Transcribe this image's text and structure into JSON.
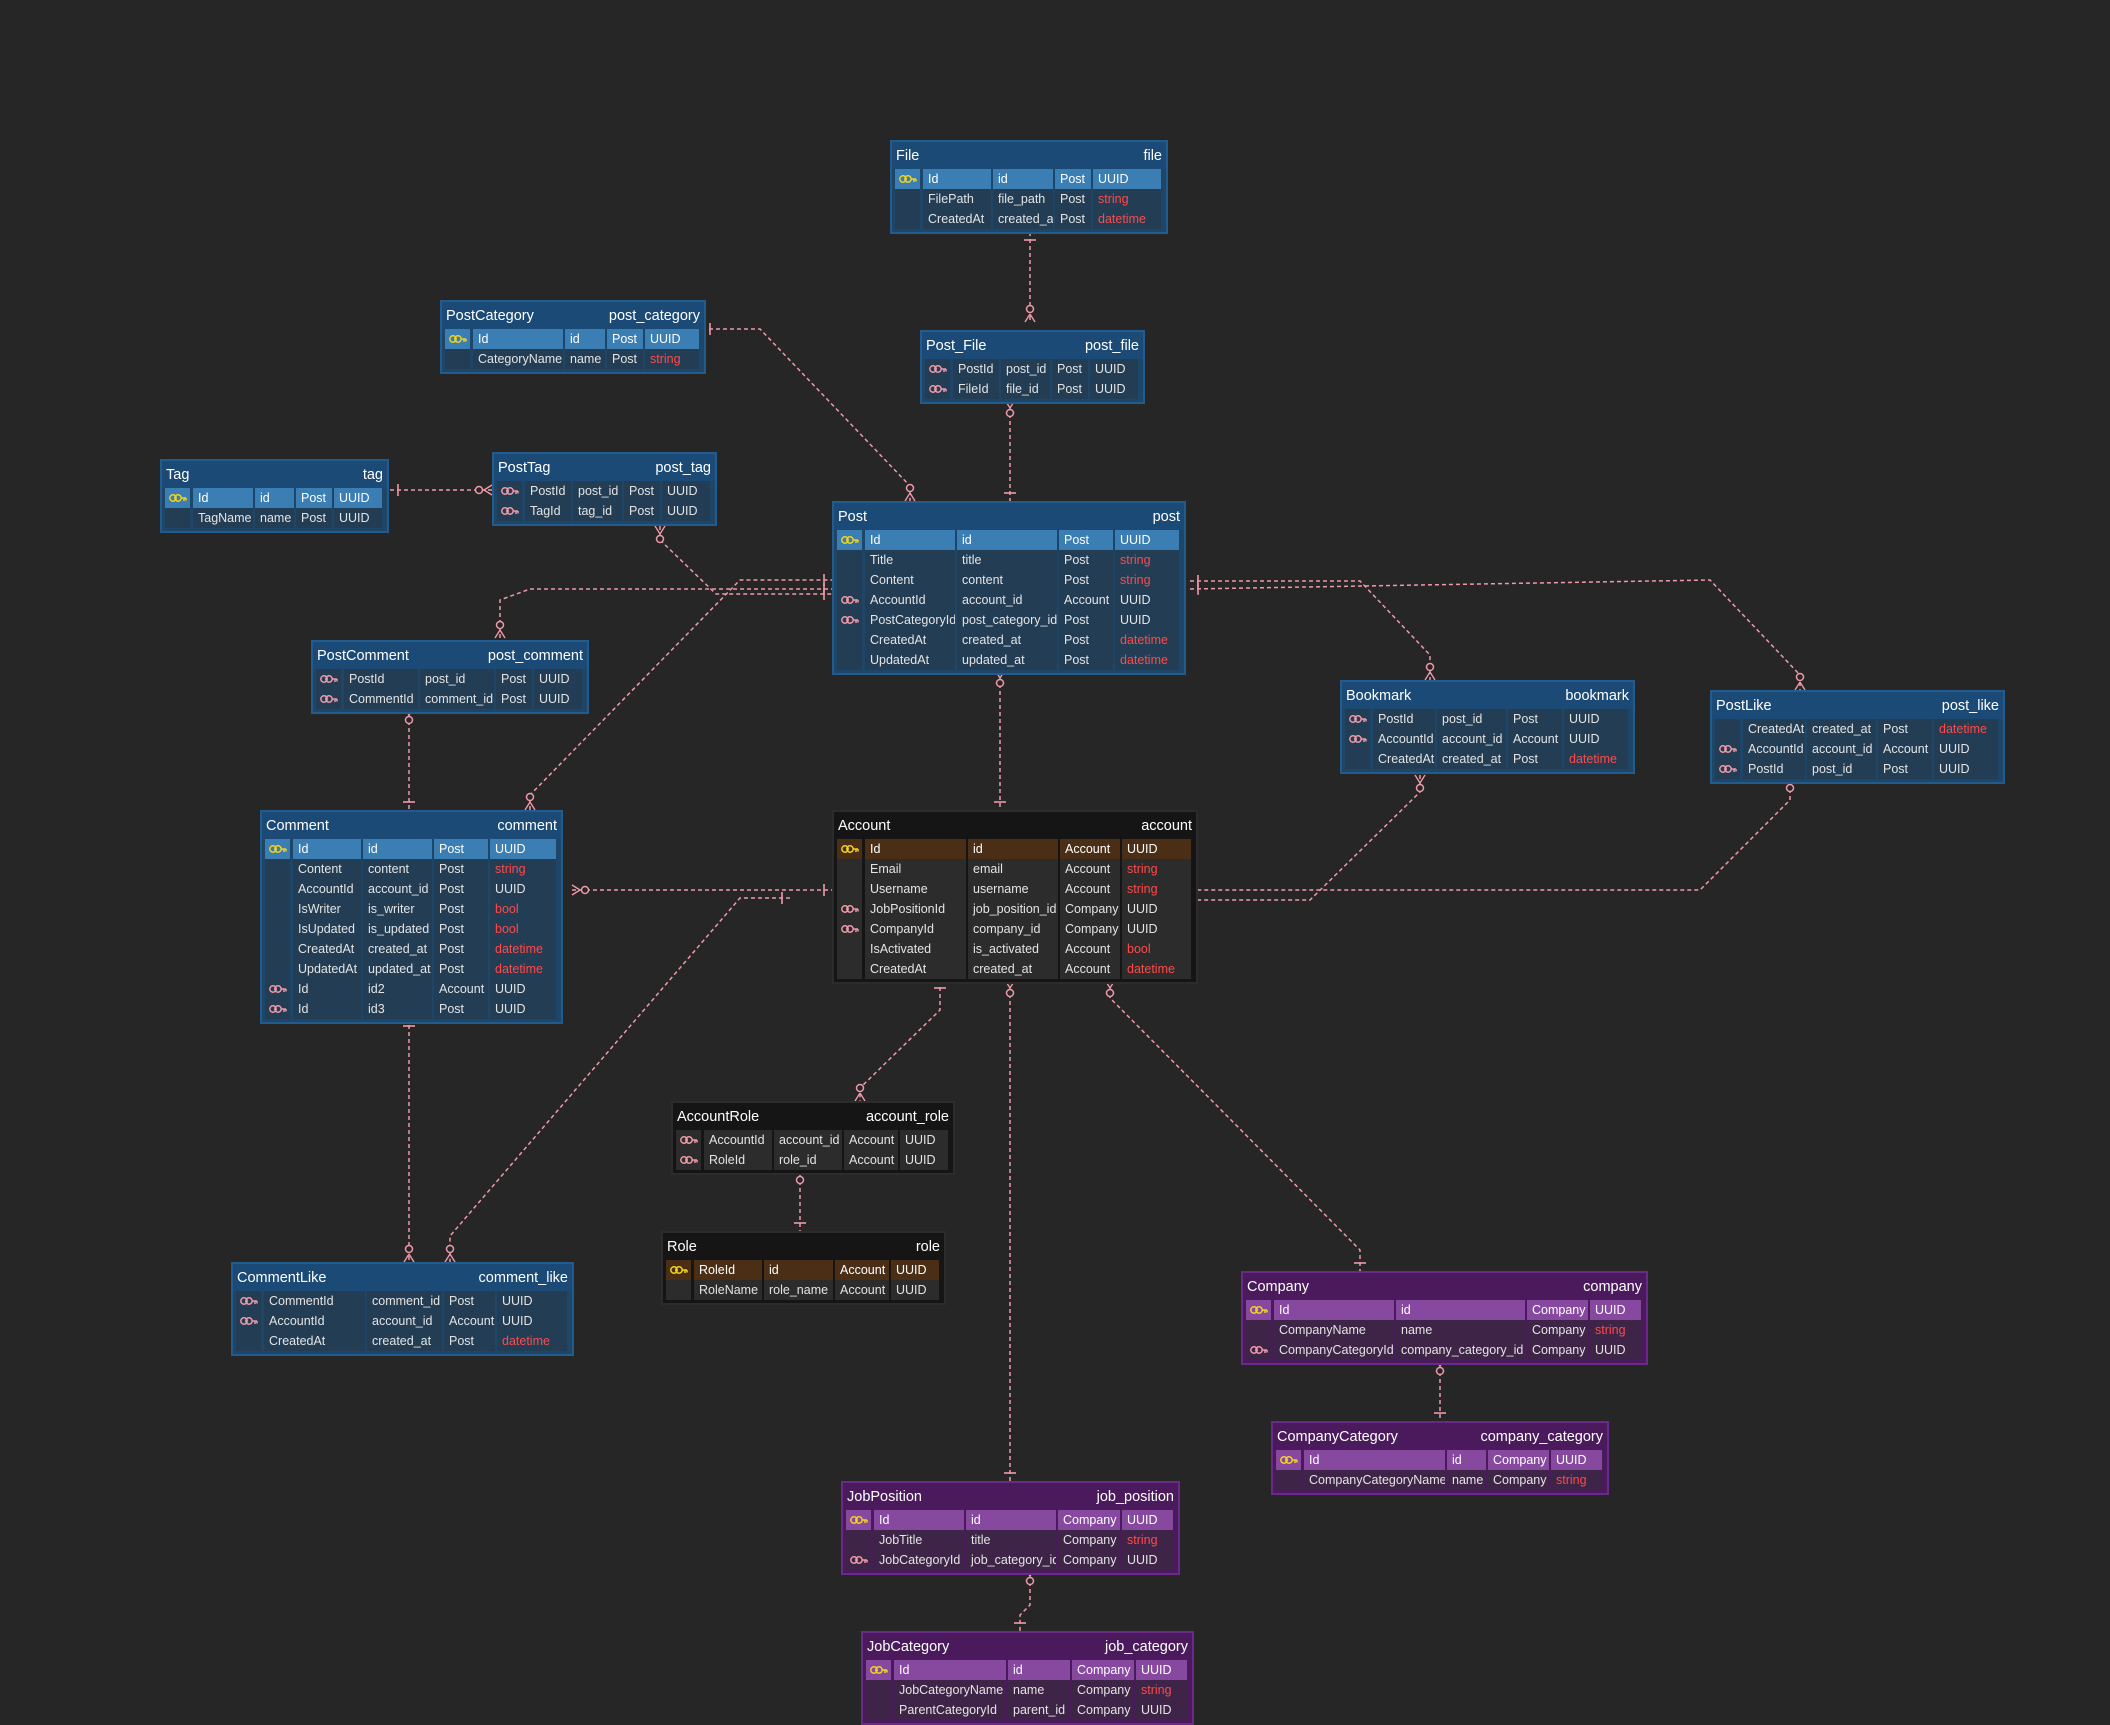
{
  "colors": {
    "edge": "#ef9aa9",
    "key_primary": "#f2d31f",
    "key_foreign": "#ef9aa9",
    "text_type_highlight": "#ff4a4a"
  },
  "entities": {
    "file": {
      "name": "File",
      "table": "file",
      "theme": "post",
      "rows": [
        {
          "key": "pk",
          "field": "Id",
          "column": "id",
          "context": "Post",
          "type": "UUID"
        },
        {
          "key": "",
          "field": "FilePath",
          "column": "file_path",
          "context": "Post",
          "type": "string"
        },
        {
          "key": "",
          "field": "CreatedAt",
          "column": "created_at",
          "context": "Post",
          "type": "datetime"
        }
      ]
    },
    "post_category": {
      "name": "PostCategory",
      "table": "post_category",
      "theme": "post",
      "rows": [
        {
          "key": "pk",
          "field": "Id",
          "column": "id",
          "context": "Post",
          "type": "UUID"
        },
        {
          "key": "",
          "field": "CategoryName",
          "column": "name",
          "context": "Post",
          "type": "string"
        }
      ]
    },
    "post_file": {
      "name": "Post_File",
      "table": "post_file",
      "theme": "post",
      "rows": [
        {
          "key": "fk",
          "field": "PostId",
          "column": "post_id",
          "context": "Post",
          "type": "UUID"
        },
        {
          "key": "fk",
          "field": "FileId",
          "column": "file_id",
          "context": "Post",
          "type": "UUID"
        }
      ]
    },
    "tag": {
      "name": "Tag",
      "table": "tag",
      "theme": "post",
      "rows": [
        {
          "key": "pk",
          "field": "Id",
          "column": "id",
          "context": "Post",
          "type": "UUID"
        },
        {
          "key": "",
          "field": "TagName",
          "column": "name",
          "context": "Post",
          "type": "UUID"
        }
      ]
    },
    "post_tag": {
      "name": "PostTag",
      "table": "post_tag",
      "theme": "post",
      "rows": [
        {
          "key": "fk",
          "field": "PostId",
          "column": "post_id",
          "context": "Post",
          "type": "UUID"
        },
        {
          "key": "fk",
          "field": "TagId",
          "column": "tag_id",
          "context": "Post",
          "type": "UUID"
        }
      ]
    },
    "post": {
      "name": "Post",
      "table": "post",
      "theme": "post",
      "rows": [
        {
          "key": "pk",
          "field": "Id",
          "column": "id",
          "context": "Post",
          "type": "UUID"
        },
        {
          "key": "",
          "field": "Title",
          "column": "title",
          "context": "Post",
          "type": "string"
        },
        {
          "key": "",
          "field": "Content",
          "column": "content",
          "context": "Post",
          "type": "string"
        },
        {
          "key": "fk",
          "field": "AccountId",
          "column": "account_id",
          "context": "Account",
          "type": "UUID"
        },
        {
          "key": "fk",
          "field": "PostCategoryId",
          "column": "post_category_id",
          "context": "Post",
          "type": "UUID"
        },
        {
          "key": "",
          "field": "CreatedAt",
          "column": "created_at",
          "context": "Post",
          "type": "datetime"
        },
        {
          "key": "",
          "field": "UpdatedAt",
          "column": "updated_at",
          "context": "Post",
          "type": "datetime"
        }
      ]
    },
    "post_comment": {
      "name": "PostComment",
      "table": "post_comment",
      "theme": "post",
      "rows": [
        {
          "key": "fk",
          "field": "PostId",
          "column": "post_id",
          "context": "Post",
          "type": "UUID"
        },
        {
          "key": "fk",
          "field": "CommentId",
          "column": "comment_id",
          "context": "Post",
          "type": "UUID"
        }
      ]
    },
    "bookmark": {
      "name": "Bookmark",
      "table": "bookmark",
      "theme": "post",
      "rows": [
        {
          "key": "fk",
          "field": "PostId",
          "column": "post_id",
          "context": "Post",
          "type": "UUID"
        },
        {
          "key": "fk",
          "field": "AccountId",
          "column": "account_id",
          "context": "Account",
          "type": "UUID"
        },
        {
          "key": "",
          "field": "CreatedAt",
          "column": "created_at",
          "context": "Post",
          "type": "datetime"
        }
      ]
    },
    "post_like": {
      "name": "PostLike",
      "table": "post_like",
      "theme": "post",
      "rows": [
        {
          "key": "",
          "field": "CreatedAt",
          "column": "created_at",
          "context": "Post",
          "type": "datetime"
        },
        {
          "key": "fk",
          "field": "AccountId",
          "column": "account_id",
          "context": "Account",
          "type": "UUID"
        },
        {
          "key": "fk",
          "field": "PostId",
          "column": "post_id",
          "context": "Post",
          "type": "UUID"
        }
      ]
    },
    "comment": {
      "name": "Comment",
      "table": "comment",
      "theme": "post",
      "rows": [
        {
          "key": "pk",
          "field": "Id",
          "column": "id",
          "context": "Post",
          "type": "UUID"
        },
        {
          "key": "",
          "field": "Content",
          "column": "content",
          "context": "Post",
          "type": "string"
        },
        {
          "key": "",
          "field": "AccountId",
          "column": "account_id",
          "context": "Post",
          "type": "UUID"
        },
        {
          "key": "",
          "field": "IsWriter",
          "column": "is_writer",
          "context": "Post",
          "type": "bool"
        },
        {
          "key": "",
          "field": "IsUpdated",
          "column": "is_updated",
          "context": "Post",
          "type": "bool"
        },
        {
          "key": "",
          "field": "CreatedAt",
          "column": "created_at",
          "context": "Post",
          "type": "datetime"
        },
        {
          "key": "",
          "field": "UpdatedAt",
          "column": "updated_at",
          "context": "Post",
          "type": "datetime"
        },
        {
          "key": "fk",
          "field": "Id",
          "column": "id2",
          "context": "Account",
          "type": "UUID"
        },
        {
          "key": "fk",
          "field": "Id",
          "column": "id3",
          "context": "Post",
          "type": "UUID"
        }
      ]
    },
    "account": {
      "name": "Account",
      "table": "account",
      "theme": "account",
      "rows": [
        {
          "key": "pk",
          "field": "Id",
          "column": "id",
          "context": "Account",
          "type": "UUID"
        },
        {
          "key": "",
          "field": "Email",
          "column": "email",
          "context": "Account",
          "type": "string"
        },
        {
          "key": "",
          "field": "Username",
          "column": "username",
          "context": "Account",
          "type": "string"
        },
        {
          "key": "fk",
          "field": "JobPositionId",
          "column": "job_position_id",
          "context": "Company",
          "type": "UUID"
        },
        {
          "key": "fk",
          "field": "CompanyId",
          "column": "company_id",
          "context": "Company",
          "type": "UUID"
        },
        {
          "key": "",
          "field": "IsActivated",
          "column": "is_activated",
          "context": "Account",
          "type": "bool"
        },
        {
          "key": "",
          "field": "CreatedAt",
          "column": "created_at",
          "context": "Account",
          "type": "datetime"
        }
      ]
    },
    "account_role": {
      "name": "AccountRole",
      "table": "account_role",
      "theme": "account",
      "rows": [
        {
          "key": "fk",
          "field": "AccountId",
          "column": "account_id",
          "context": "Account",
          "type": "UUID"
        },
        {
          "key": "fk",
          "field": "RoleId",
          "column": "role_id",
          "context": "Account",
          "type": "UUID"
        }
      ]
    },
    "role": {
      "name": "Role",
      "table": "role",
      "theme": "account",
      "rows": [
        {
          "key": "pk",
          "field": "RoleId",
          "column": "id",
          "context": "Account",
          "type": "UUID"
        },
        {
          "key": "",
          "field": "RoleName",
          "column": "role_name",
          "context": "Account",
          "type": "UUID"
        }
      ]
    },
    "comment_like": {
      "name": "CommentLike",
      "table": "comment_like",
      "theme": "post",
      "rows": [
        {
          "key": "fk",
          "field": "CommentId",
          "column": "comment_id",
          "context": "Post",
          "type": "UUID"
        },
        {
          "key": "fk",
          "field": "AccountId",
          "column": "account_id",
          "context": "Account",
          "type": "UUID"
        },
        {
          "key": "",
          "field": "CreatedAt",
          "column": "created_at",
          "context": "Post",
          "type": "datetime"
        }
      ]
    },
    "company": {
      "name": "Company",
      "table": "company",
      "theme": "company",
      "rows": [
        {
          "key": "pk",
          "field": "Id",
          "column": "id",
          "context": "Company",
          "type": "UUID"
        },
        {
          "key": "",
          "field": "CompanyName",
          "column": "name",
          "context": "Company",
          "type": "string"
        },
        {
          "key": "fk",
          "field": "CompanyCategoryId",
          "column": "company_category_id",
          "context": "Company",
          "type": "UUID"
        }
      ]
    },
    "company_category": {
      "name": "CompanyCategory",
      "table": "company_category",
      "theme": "company",
      "rows": [
        {
          "key": "pk",
          "field": "Id",
          "column": "id",
          "context": "Company",
          "type": "UUID"
        },
        {
          "key": "",
          "field": "CompanyCategoryName",
          "column": "name",
          "context": "Company",
          "type": "string"
        }
      ]
    },
    "job_position": {
      "name": "JobPosition",
      "table": "job_position",
      "theme": "company",
      "rows": [
        {
          "key": "pk",
          "field": "Id",
          "column": "id",
          "context": "Company",
          "type": "UUID"
        },
        {
          "key": "",
          "field": "JobTitle",
          "column": "title",
          "context": "Company",
          "type": "string"
        },
        {
          "key": "fk",
          "field": "JobCategoryId",
          "column": "job_category_id",
          "context": "Company",
          "type": "UUID"
        }
      ]
    },
    "job_category": {
      "name": "JobCategory",
      "table": "job_category",
      "theme": "company",
      "rows": [
        {
          "key": "pk",
          "field": "Id",
          "column": "id",
          "context": "Company",
          "type": "UUID"
        },
        {
          "key": "",
          "field": "JobCategoryName",
          "column": "name",
          "context": "Company",
          "type": "string"
        },
        {
          "key": "",
          "field": "ParentCategoryId",
          "column": "parent_id",
          "context": "Company",
          "type": "UUID"
        }
      ]
    }
  },
  "relations": [
    {
      "from": "file",
      "to": "post_file",
      "from_end": "one",
      "to_end": "zero-or-many"
    },
    {
      "from": "post_category",
      "to": "post",
      "from_end": "one",
      "to_end": "zero-or-many"
    },
    {
      "from": "post_file",
      "to": "post",
      "from_end": "zero-or-many",
      "to_end": "one"
    },
    {
      "from": "tag",
      "to": "post_tag",
      "from_end": "one",
      "to_end": "zero-or-many"
    },
    {
      "from": "post_tag",
      "to": "post",
      "from_end": "zero-or-many",
      "to_end": "one"
    },
    {
      "from": "post_comment",
      "to": "post",
      "from_end": "zero-or-many",
      "to_end": "one"
    },
    {
      "from": "comment",
      "to": "post",
      "from_end": "zero-or-many",
      "to_end": "one"
    },
    {
      "from": "post",
      "to": "account",
      "from_end": "zero-or-many",
      "to_end": "one"
    },
    {
      "from": "post",
      "to": "bookmark",
      "from_end": "one",
      "to_end": "zero-or-many"
    },
    {
      "from": "post",
      "to": "post_like",
      "from_end": "one",
      "to_end": "zero-or-many"
    },
    {
      "from": "post_comment",
      "to": "comment",
      "from_end": "zero-or-many",
      "to_end": "one"
    },
    {
      "from": "comment",
      "to": "account",
      "from_end": "zero-or-many",
      "to_end": "one"
    },
    {
      "from": "bookmark",
      "to": "account",
      "from_end": "zero-or-many",
      "to_end": "one"
    },
    {
      "from": "post_like",
      "to": "account",
      "from_end": "zero-or-many",
      "to_end": "one"
    },
    {
      "from": "comment",
      "to": "comment_like",
      "from_end": "one",
      "to_end": "zero-or-many"
    },
    {
      "from": "account",
      "to": "comment_like",
      "from_end": "one",
      "to_end": "zero-or-many"
    },
    {
      "from": "account",
      "to": "account_role",
      "from_end": "one",
      "to_end": "zero-or-many"
    },
    {
      "from": "account_role",
      "to": "role",
      "from_end": "zero-or-many",
      "to_end": "one"
    },
    {
      "from": "account",
      "to": "job_position",
      "from_end": "zero-or-many",
      "to_end": "one"
    },
    {
      "from": "account",
      "to": "company",
      "from_end": "zero-or-many",
      "to_end": "one"
    },
    {
      "from": "company",
      "to": "company_category",
      "from_end": "zero-or-many",
      "to_end": "one"
    },
    {
      "from": "job_position",
      "to": "job_category",
      "from_end": "zero-or-many",
      "to_end": "one"
    }
  ]
}
